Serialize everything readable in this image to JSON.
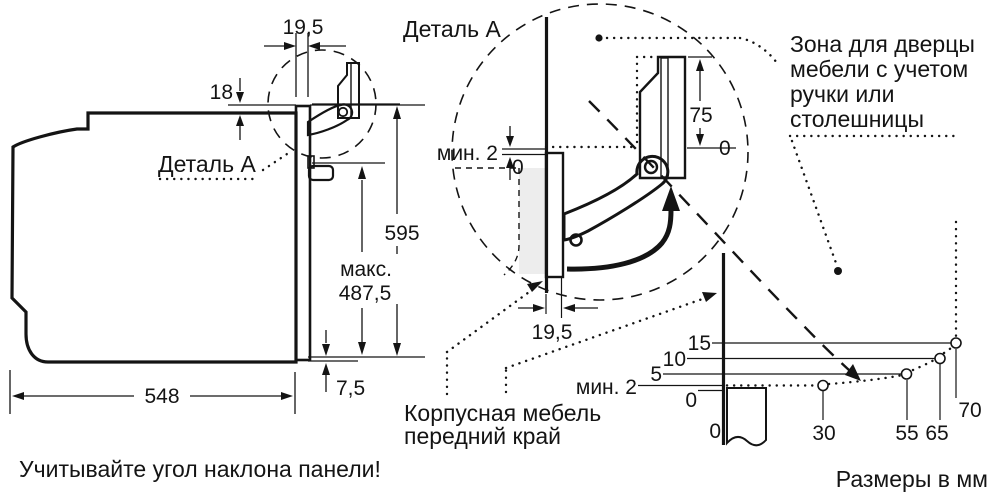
{
  "side_view": {
    "dim_19_5": "19,5",
    "dim_18": "18",
    "detail_label": "Деталь A",
    "dim_595": "595",
    "dim_max_line1": "макс.",
    "dim_max_line2": "487,5",
    "dim_7_5": "7,5",
    "dim_548": "548",
    "caption": "Учитывайте угол наклона панели!"
  },
  "detail_view": {
    "title": "Деталь A",
    "dim_min_2": "мин. 2",
    "dim_zero_gap": "0",
    "dim_75": "75",
    "dim_zero_door": "0",
    "dim_19_5": "19,5"
  },
  "notes": {
    "zone_line1": "Зона для дверцы",
    "zone_line2": "мебели с учетом",
    "zone_line3": "ручки или",
    "zone_line4": "столешницы",
    "cabinet_line1": "Корпусная мебель",
    "cabinet_line2": "передний край",
    "units": "Размеры в мм"
  },
  "clearance_chart": {
    "y_labels": [
      "15",
      "10",
      "5",
      "мин. 2",
      "0"
    ],
    "x_labels": [
      "0",
      "30",
      "55",
      "65",
      "70"
    ]
  },
  "chart_data": {
    "type": "line",
    "title": "Зона для дверцы мебели (зависимость выступа от зазора)",
    "xlabel": "Размеры в мм",
    "ylabel": "мм",
    "x": [
      30,
      55,
      65,
      70
    ],
    "y": [
      2,
      5,
      10,
      15
    ],
    "annotations": [
      "мин. 2"
    ],
    "style": "dotted curve with open circle markers",
    "xlim": [
      0,
      70
    ],
    "ylim": [
      0,
      15
    ]
  },
  "colors": {
    "line": "#141414",
    "panel_gray": "#c9c9c9",
    "ghost_gray": "#ededed",
    "chart_panel_gray": "#d2d2d2",
    "background": "#ffffff"
  }
}
